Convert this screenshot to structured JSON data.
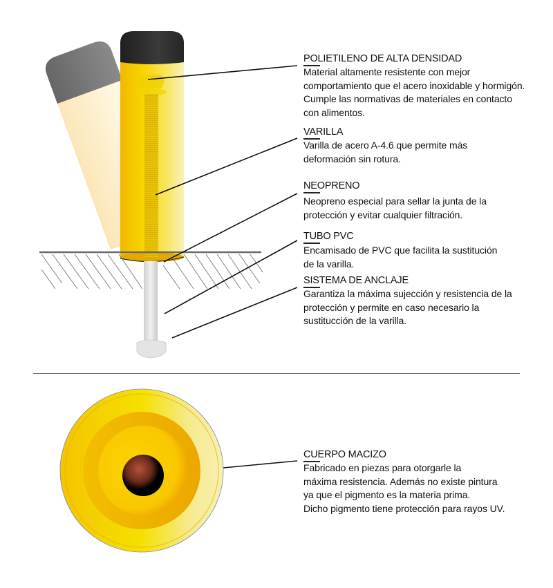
{
  "callouts": [
    {
      "id": "polietileno",
      "title": "POLIETILENO DE ALTA DENSIDAD",
      "lines": [
        "Material altamente resistente con mejor",
        "comportamiento que el acero inoxidable y hormigón.",
        "Cumple las normativas de materiales en contacto",
        "con alimentos."
      ]
    },
    {
      "id": "varilla",
      "title": "VARILLA",
      "lines": [
        "Varilla de acero A-4.6 que permite más",
        "deformación sin rotura."
      ]
    },
    {
      "id": "neopreno",
      "title": "NEOPRENO",
      "lines": [
        "Neopreno especial para sellar la junta de la",
        "protección y evitar cualquier filtración."
      ]
    },
    {
      "id": "tubo-pvc",
      "title": "TUBO PVC",
      "lines": [
        "Encamisado de PVC que facilita la sustitución",
        "de la varilla."
      ]
    },
    {
      "id": "sistema-anclaje",
      "title": "SISTEMA DE ANCLAJE",
      "lines": [
        "Garantiza la máxima sujección y resistencia de la",
        "protección y permite en caso necesario la",
        "sustitucción de la varilla."
      ]
    },
    {
      "id": "cuerpo-macizo",
      "title": "CUERPO MACIZO",
      "lines": [
        "Fabricado en piezas para otorgarle la",
        "máxima resistencia. Además no existe pintura",
        "ya que el pigmento es la materia prima.",
        "Dicho pigmento tiene protección para rayos UV."
      ]
    }
  ],
  "colors": {
    "yellow_main": "#f5c800",
    "yellow_light": "#fbeea0",
    "cap_dark": "#2b2b2b",
    "cap_grey": "#6e6e6e",
    "cream": "#fdf3d2",
    "ground_line": "#6a6a6a",
    "divider": "#6a6a6a"
  }
}
